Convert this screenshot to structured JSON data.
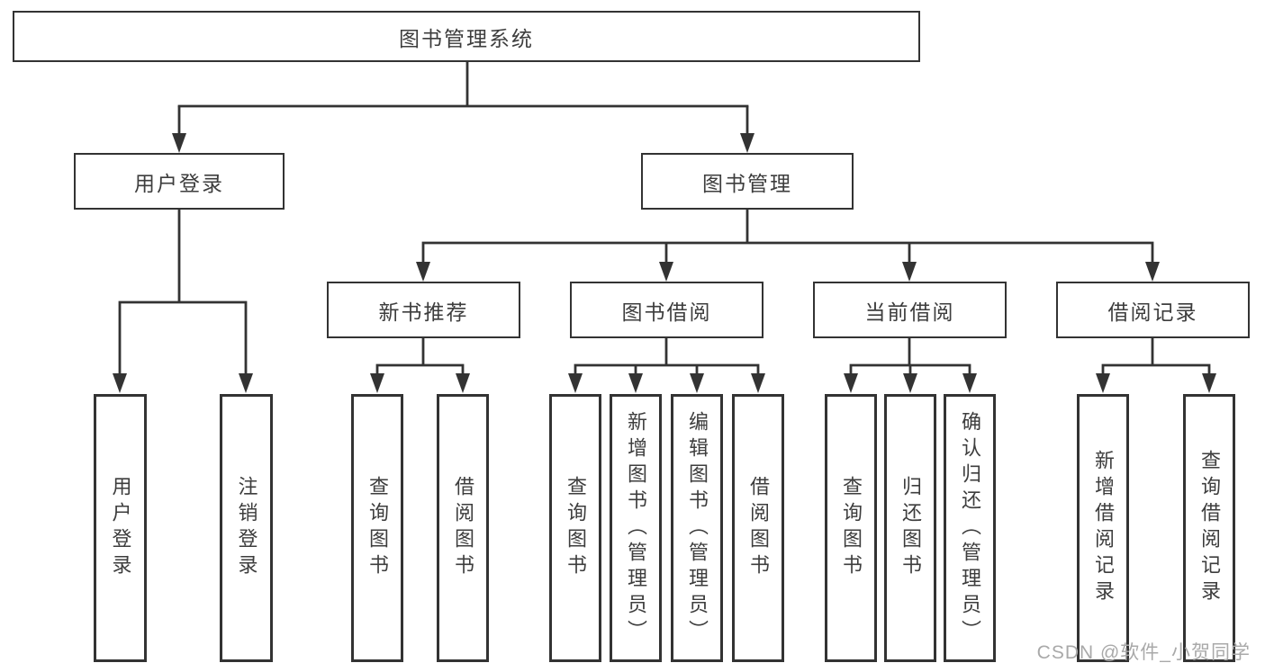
{
  "tree": {
    "root_label": "图书管理系统",
    "branches": [
      {
        "label": "用户登录",
        "leaves": [
          "用户登录",
          "注销登录"
        ]
      },
      {
        "label": "图书管理",
        "sections": [
          {
            "label": "新书推荐",
            "leaves": [
              "查询图书",
              "借阅图书"
            ]
          },
          {
            "label": "图书借阅",
            "leaves": [
              "查询图书",
              "新增图书（管理员）",
              "编辑图书（管理员）",
              "借阅图书"
            ]
          },
          {
            "label": "当前借阅",
            "leaves": [
              "查询图书",
              "归还图书",
              "确认归还（管理员）"
            ]
          },
          {
            "label": "借阅记录",
            "leaves": [
              "新增借阅记录",
              "查询借阅记录"
            ]
          }
        ]
      }
    ]
  },
  "watermark": {
    "text": "CSDN @软件_小贺同学"
  },
  "colors": {
    "bg": "#ffffff",
    "fill": "#ffffff",
    "line": "#333333",
    "text": "#3d3d3d",
    "watermark": "#a9a9a9"
  }
}
